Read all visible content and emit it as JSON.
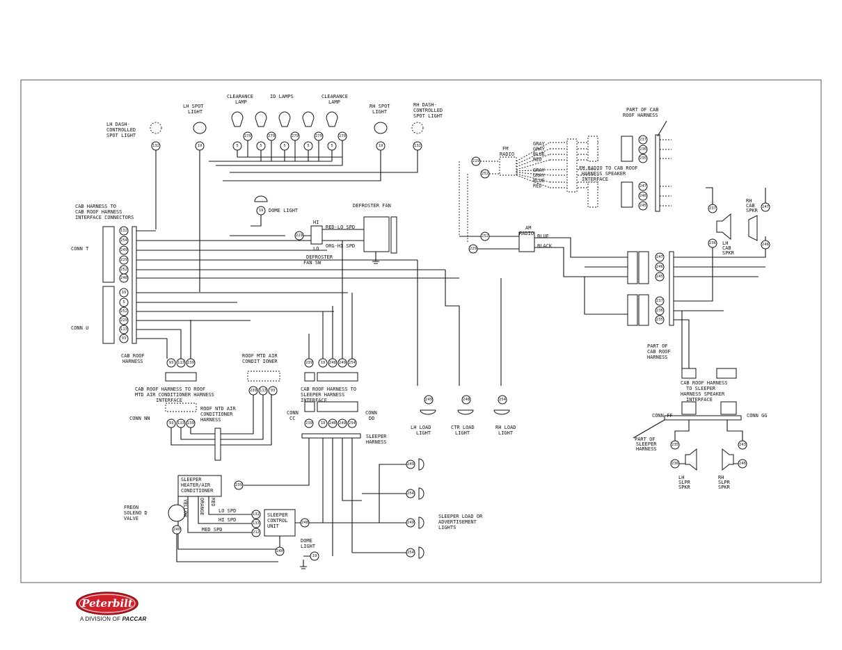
{
  "diagram": {
    "labels": {
      "lh_dash_spot": [
        "LH DASH-",
        "CONTROLLED",
        "SPOT LIGHT"
      ],
      "lh_spot": [
        "LH SPOT",
        "LIGHT"
      ],
      "clearance_lamp_l": [
        "CLEARANCE",
        "LAMP"
      ],
      "id_lamps": "ID LAMPS",
      "clearance_lamp_r": [
        "CLEARANCE",
        "LAMP"
      ],
      "rh_spot": [
        "RH SPOT",
        "LIGHT"
      ],
      "rh_dash_spot": [
        "RH DASH-",
        "CONTROLLED",
        "SPOT LIGHT"
      ],
      "part_cab_roof": [
        "PART OF CAB",
        "ROOF HARNESS"
      ],
      "fm_radio": [
        "FM",
        "RADIO"
      ],
      "fm_radio_iface": [
        "FM RADIO TO CAB ROOF",
        "HARNESS SPEAKER",
        "INTERFACE"
      ],
      "cab_harness_iface": [
        "CAB HARNESS TO",
        "CAB ROOF HARNESS",
        "INTERFACE CONNECTORS"
      ],
      "dome_light": "DOME LIGHT",
      "defroster_fan": "DEFROSTER FAN",
      "hi": "HI",
      "lo": "LO",
      "red_lo_spd": "RED-LO SPD",
      "org_hi_spd": "ORG-HI SPD",
      "defroster_sw": [
        "DEFROSTER",
        "FAN SW"
      ],
      "am_radio": [
        "AM",
        "RADIO"
      ],
      "blue": "BLUE",
      "black": "BLACK",
      "rh_cab_spkr": [
        "RH",
        "CAB",
        "SPKR"
      ],
      "lh_cab_spkr": [
        "LH",
        "CAB",
        "SPKR"
      ],
      "conn_t": "CONN T",
      "conn_u": "CONN U",
      "cab_roof_harness": [
        "CAB ROOF",
        "HARNESS"
      ],
      "part_of_cab_roof_harness2": [
        "PART OF",
        "CAB ROOF",
        "HARNESS"
      ],
      "roof_mtd_ac": [
        "ROOF MTD AIR",
        "CONDIT IONER"
      ],
      "cab_roof_to_roof_ac": [
        "CAB ROOF HARNESS TO ROOF",
        "MTD AIR CONDITIONER HARNESS",
        "INTERFACE"
      ],
      "roof_ntd_ac_harness": [
        "ROOF NTD AIR",
        "CONDITIONER",
        "HARNESS"
      ],
      "conn_nn": "CONN NN",
      "cab_roof_to_sleeper": [
        "CAB ROOF HARNESS TO",
        "SLEEPER HARNESS",
        "INTERFACE"
      ],
      "conn_cc": [
        "CONN",
        "CC"
      ],
      "conn_dd": [
        "CONN",
        "DD"
      ],
      "sleeper_harness": [
        "SLEEPER",
        "HARNESS"
      ],
      "lh_load": [
        "LH LOAD",
        "LIGHT"
      ],
      "ctr_load": [
        "CTR LOAD",
        "LIGHT"
      ],
      "rh_load": [
        "RH LOAD",
        "LIGHT"
      ],
      "cab_roof_to_sleeper_spk": [
        "CAB ROOF HARNESS",
        "TO SLEEPER",
        "HARNESS SPEAKER",
        "INTERFACE"
      ],
      "conn_ff": "CONN FF",
      "conn_gg": "CONN GG",
      "part_sleeper_harness": [
        "PART OF",
        "SLEEPER",
        "HARNESS"
      ],
      "lh_slpr_spkr": [
        "LH",
        "SLPR",
        "SPKR"
      ],
      "rh_slpr_spkr": [
        "RH",
        "SLPR",
        "SPKR"
      ],
      "sleeper_heater": [
        "SLEEPER",
        "HEATER/AIR",
        "CONDITIONER"
      ],
      "freon_valve": [
        "FREON",
        "SOLENO D",
        "VALVE"
      ],
      "yellow": "YELLOW",
      "orange": "ORANGE",
      "red": "RED",
      "lo_spd": "LO SPD",
      "hi_spd": "HI SPD",
      "med_spd": "MED SPD",
      "sleeper_ctrl": [
        "SLEEPER",
        "CONTROL",
        "UNIT"
      ],
      "dome_light2": [
        "DOME",
        "LIGHT"
      ],
      "sleeper_load": [
        "SLEEPER LOAD OR",
        "ADVERTISEMENT",
        "LIGHTS"
      ],
      "wire_colors_top": [
        "GRAY",
        "GRAY",
        "BLUE",
        "RED"
      ],
      "wire_colors_bot": [
        "GRAY",
        "GRAY",
        "BLUE",
        "RED"
      ]
    }
  },
  "brand": {
    "logo": "Peterbilt",
    "division": "A DIVISION OF",
    "parent": "PACCAR",
    "color": "#d0202a"
  }
}
